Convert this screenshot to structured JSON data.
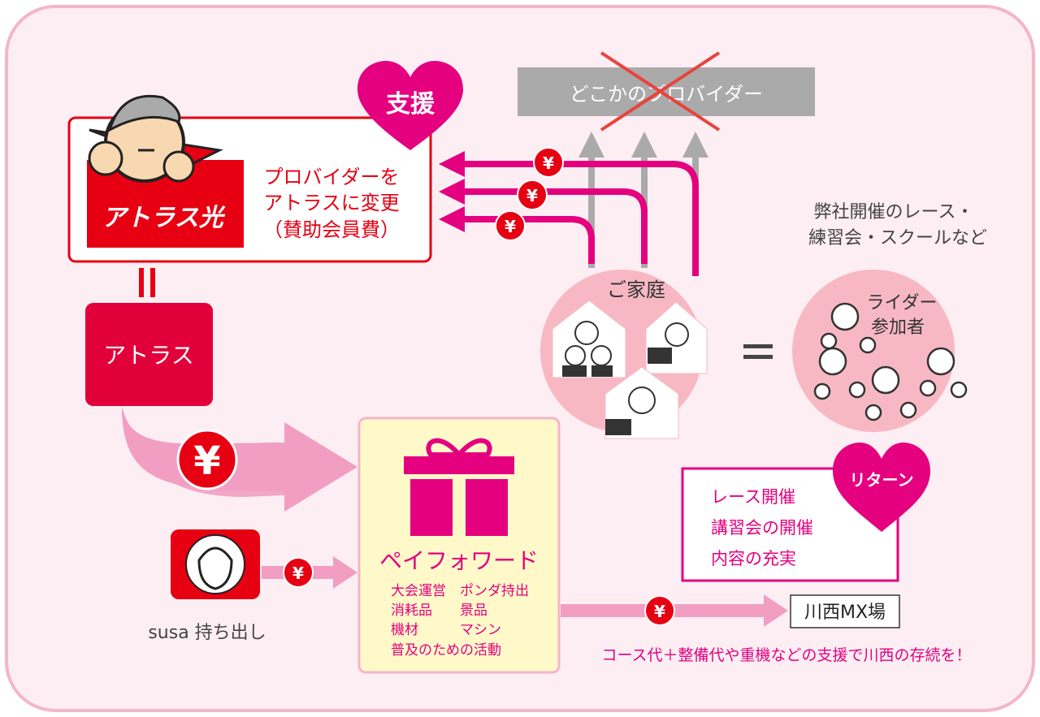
{
  "colors": {
    "magenta": "#e4007f",
    "red": "#e60012",
    "pink_arrow": "#f19ec2",
    "circle": "#f7b8c4",
    "gray": "#aaaaaa",
    "panel_bg": "#fdeef3",
    "payforward_bg": "#fff9c9"
  },
  "atorasu_box": {
    "logo": "アトラス光",
    "line1": "プロバイダーを",
    "line2": "アトラスに変更",
    "line3": "（賛助会員費）"
  },
  "support_heart": "支援",
  "equals": "＝",
  "atorasu_label": "アトラス",
  "yen": "¥",
  "provider_box": "どこかのプロバイダー",
  "home": {
    "label": "ご家庭"
  },
  "riders": {
    "label1": "ライダー",
    "label2": "参加者",
    "caption1": "弊社開催のレース・",
    "caption2": "練習会・スクールなど"
  },
  "return_box": {
    "heart": "リターン",
    "items": [
      "レース開催",
      "講習会の開催",
      "内容の充実"
    ]
  },
  "payforward": {
    "title": "ペイフォワード",
    "items": [
      [
        "大会運営",
        "ポンダ持出"
      ],
      [
        "消耗品",
        "景品"
      ],
      [
        "機材",
        "マシン"
      ],
      [
        "普及のための活動",
        ""
      ]
    ]
  },
  "susa": {
    "label": "susa 持ち出し"
  },
  "kawanishi": {
    "label": "川西MX場",
    "caption": "コース代＋整備代や重機などの支援で川西の存続を！"
  }
}
